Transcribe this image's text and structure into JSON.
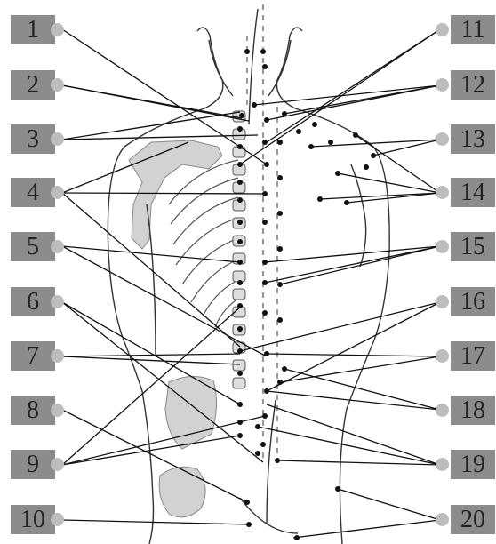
{
  "left_labels": [
    "1",
    "2",
    "3",
    "4",
    "5",
    "6",
    "7",
    "8",
    "9",
    "10"
  ],
  "right_labels": [
    "11",
    "12",
    "13",
    "14",
    "15",
    "16",
    "17",
    "18",
    "19",
    "20"
  ],
  "colors": {
    "label_box": "#8c8c8c",
    "label_text": "#222222",
    "marker": "#bdbdbd",
    "leader_line": "#111111",
    "bone_fill": "#d2d2d2",
    "point": "#111111"
  }
}
